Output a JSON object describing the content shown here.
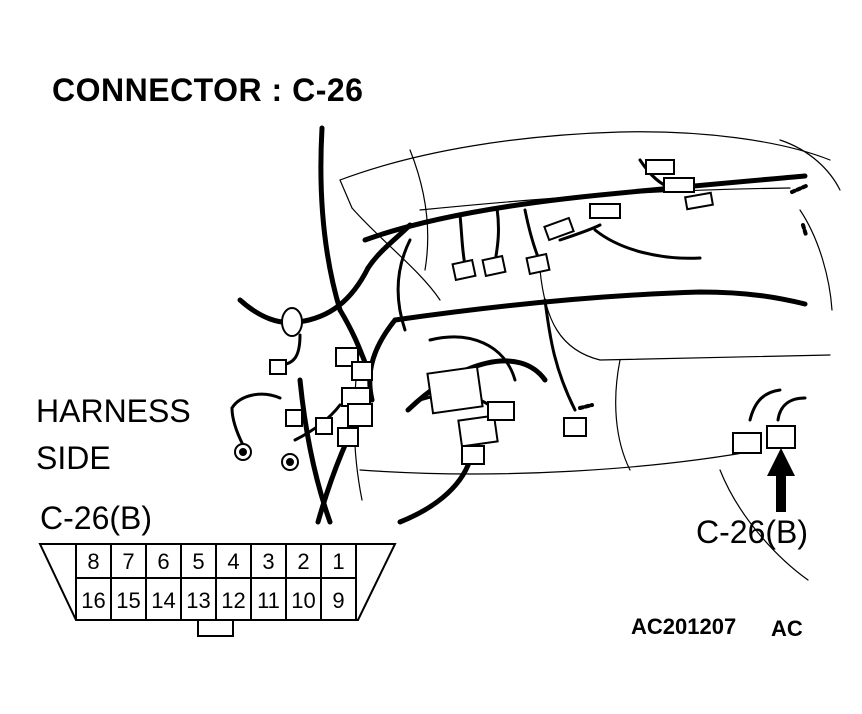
{
  "title": "CONNECTOR : C-26",
  "harness_label": {
    "line1": "HARNESS",
    "line2": "SIDE"
  },
  "connector_face_label": "C-26(B)",
  "connector_location_label": "C-26(B)",
  "figure_code": "AC201207",
  "figure_code_suffix": "AC",
  "pins_top_row": [
    "8",
    "7",
    "6",
    "5",
    "4",
    "3",
    "2",
    "1"
  ],
  "pins_bottom_row": [
    "16",
    "15",
    "14",
    "13",
    "12",
    "11",
    "10",
    "9"
  ]
}
